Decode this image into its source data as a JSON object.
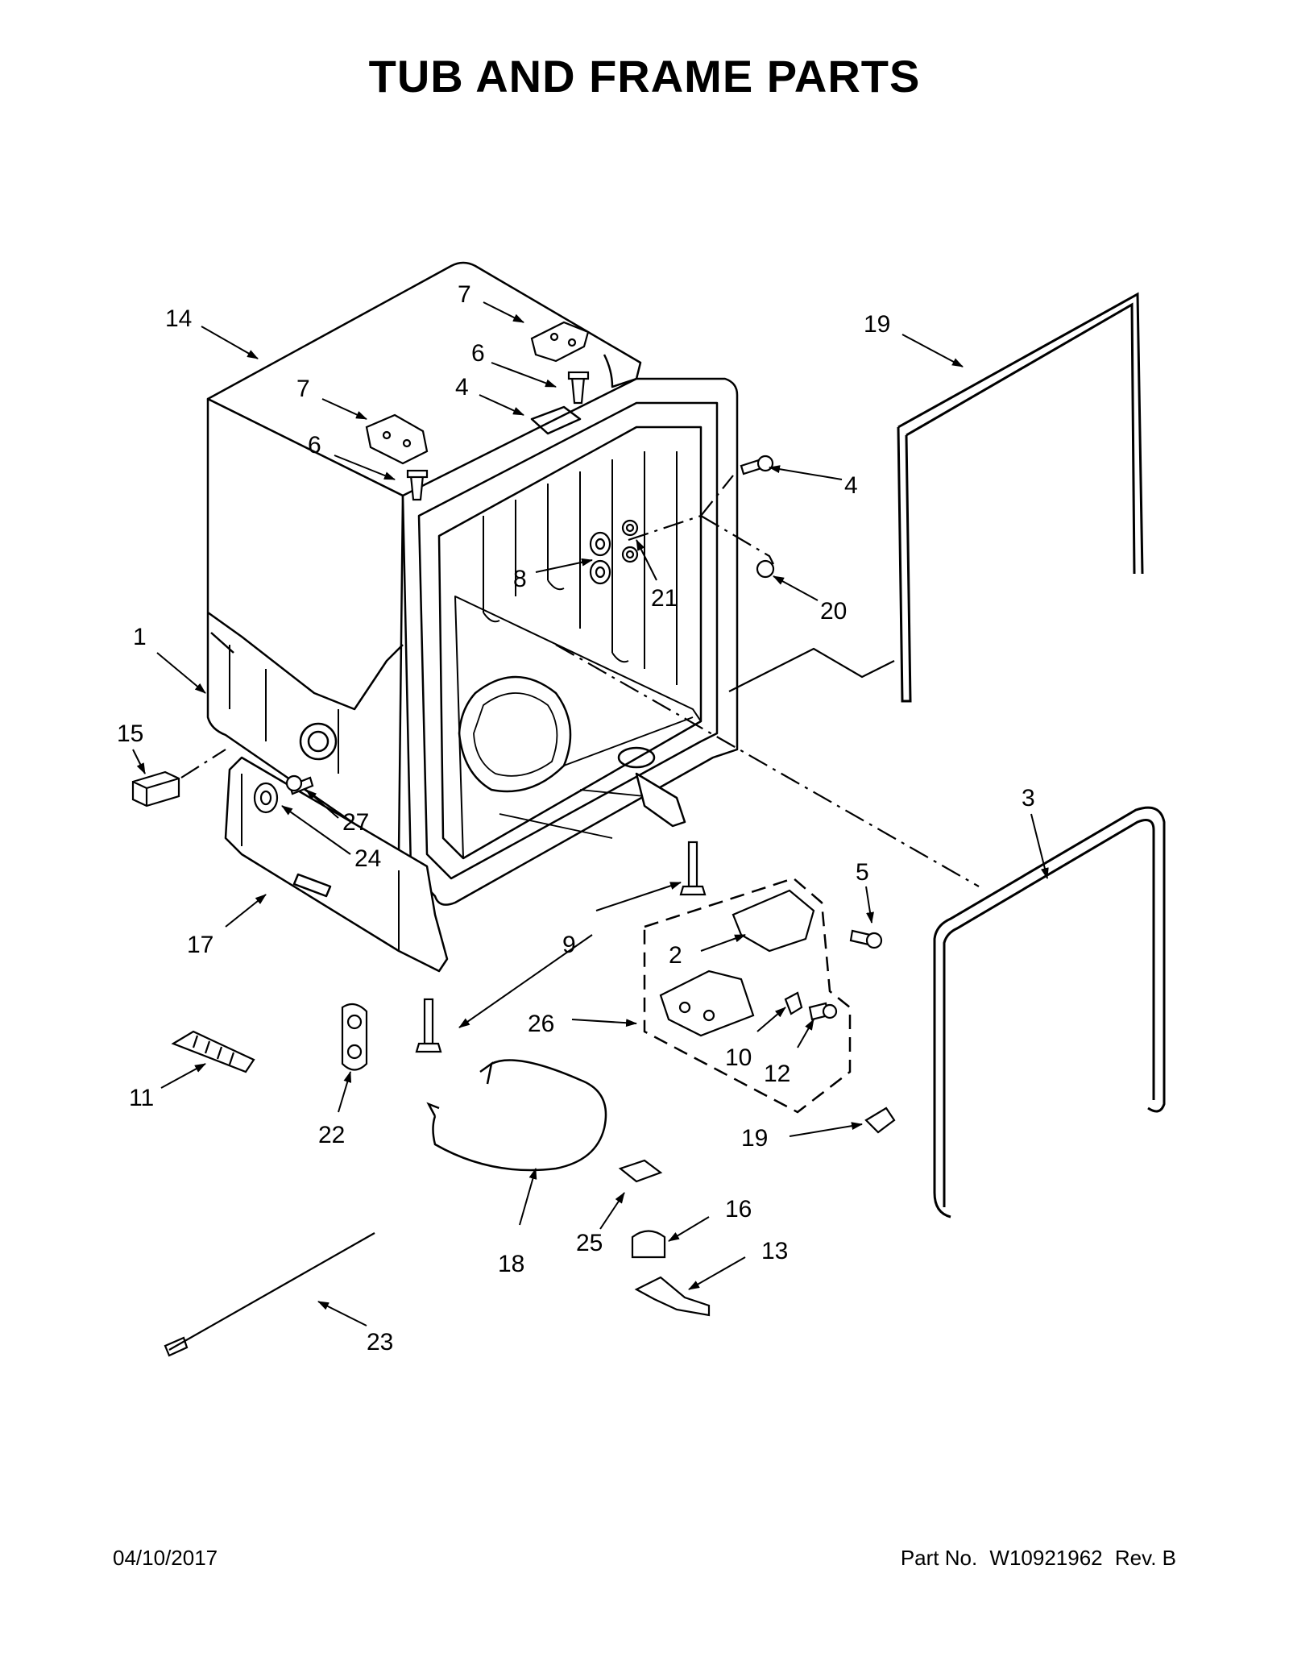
{
  "header": {
    "title": "TUB AND FRAME PARTS"
  },
  "footer": {
    "date": "04/10/2017",
    "part_label": "Part No.",
    "part_number": "W10921962",
    "revision": "Rev. B"
  },
  "callouts": [
    {
      "id": "c14a",
      "label": "14"
    },
    {
      "id": "c7a",
      "label": "7"
    },
    {
      "id": "c6a",
      "label": "6"
    },
    {
      "id": "c7b",
      "label": "7"
    },
    {
      "id": "c4a",
      "label": "4"
    },
    {
      "id": "c6b",
      "label": "6"
    },
    {
      "id": "c19a",
      "label": "19"
    },
    {
      "id": "c4b",
      "label": "4"
    },
    {
      "id": "c8",
      "label": "8"
    },
    {
      "id": "c21",
      "label": "21"
    },
    {
      "id": "c20",
      "label": "20"
    },
    {
      "id": "c1",
      "label": "1"
    },
    {
      "id": "c15",
      "label": "15"
    },
    {
      "id": "c27",
      "label": "27"
    },
    {
      "id": "c24",
      "label": "24"
    },
    {
      "id": "c3",
      "label": "3"
    },
    {
      "id": "c5",
      "label": "5"
    },
    {
      "id": "c17",
      "label": "17"
    },
    {
      "id": "c9",
      "label": "9"
    },
    {
      "id": "c2",
      "label": "2"
    },
    {
      "id": "c26",
      "label": "26"
    },
    {
      "id": "c10",
      "label": "10"
    },
    {
      "id": "c12",
      "label": "12"
    },
    {
      "id": "c11",
      "label": "11"
    },
    {
      "id": "c22",
      "label": "22"
    },
    {
      "id": "c19b",
      "label": "19"
    },
    {
      "id": "c18",
      "label": "18"
    },
    {
      "id": "c25",
      "label": "25"
    },
    {
      "id": "c16",
      "label": "16"
    },
    {
      "id": "c13",
      "label": "13"
    },
    {
      "id": "c23",
      "label": "23"
    }
  ]
}
